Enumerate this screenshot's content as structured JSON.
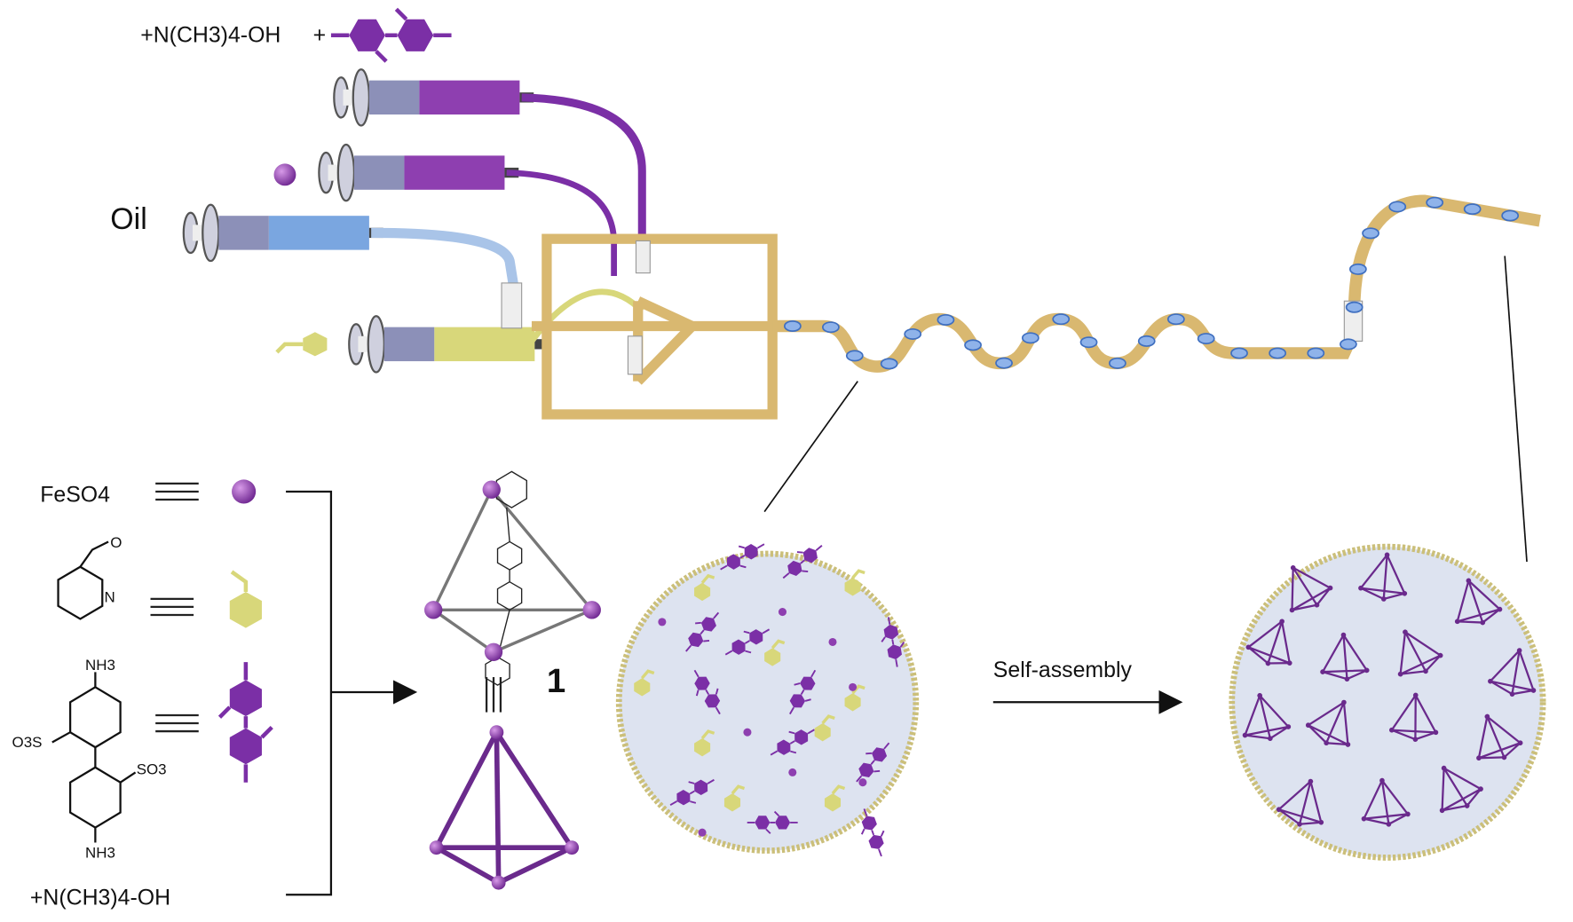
{
  "labels": {
    "top_reagent": "+N(CH3)4-OH",
    "plus": "+",
    "oil": "Oil",
    "feso4": "FeSO4",
    "base_bottom": "+N(CH3)4-OH",
    "compound_number": "1",
    "self_assembly": "Self-assembly",
    "nh3_top": "NH3",
    "nh3_bottom": "NH3",
    "so3_left": "O3S",
    "so3_right": "SO3",
    "pyridine_n": "N",
    "aldehyde_o": "O",
    "identity_symbol": "≡"
  },
  "colors": {
    "iron": "#8e3fb0",
    "aldehyde": "#d8d77a",
    "amine_ligand": "#7b2fa6",
    "oil": "#7aa6e0",
    "chip": "#dcbd7a",
    "droplet_bg": "#dde3f0",
    "droplet_shell": "#e4d79a",
    "cage": "#6a2a8c"
  }
}
